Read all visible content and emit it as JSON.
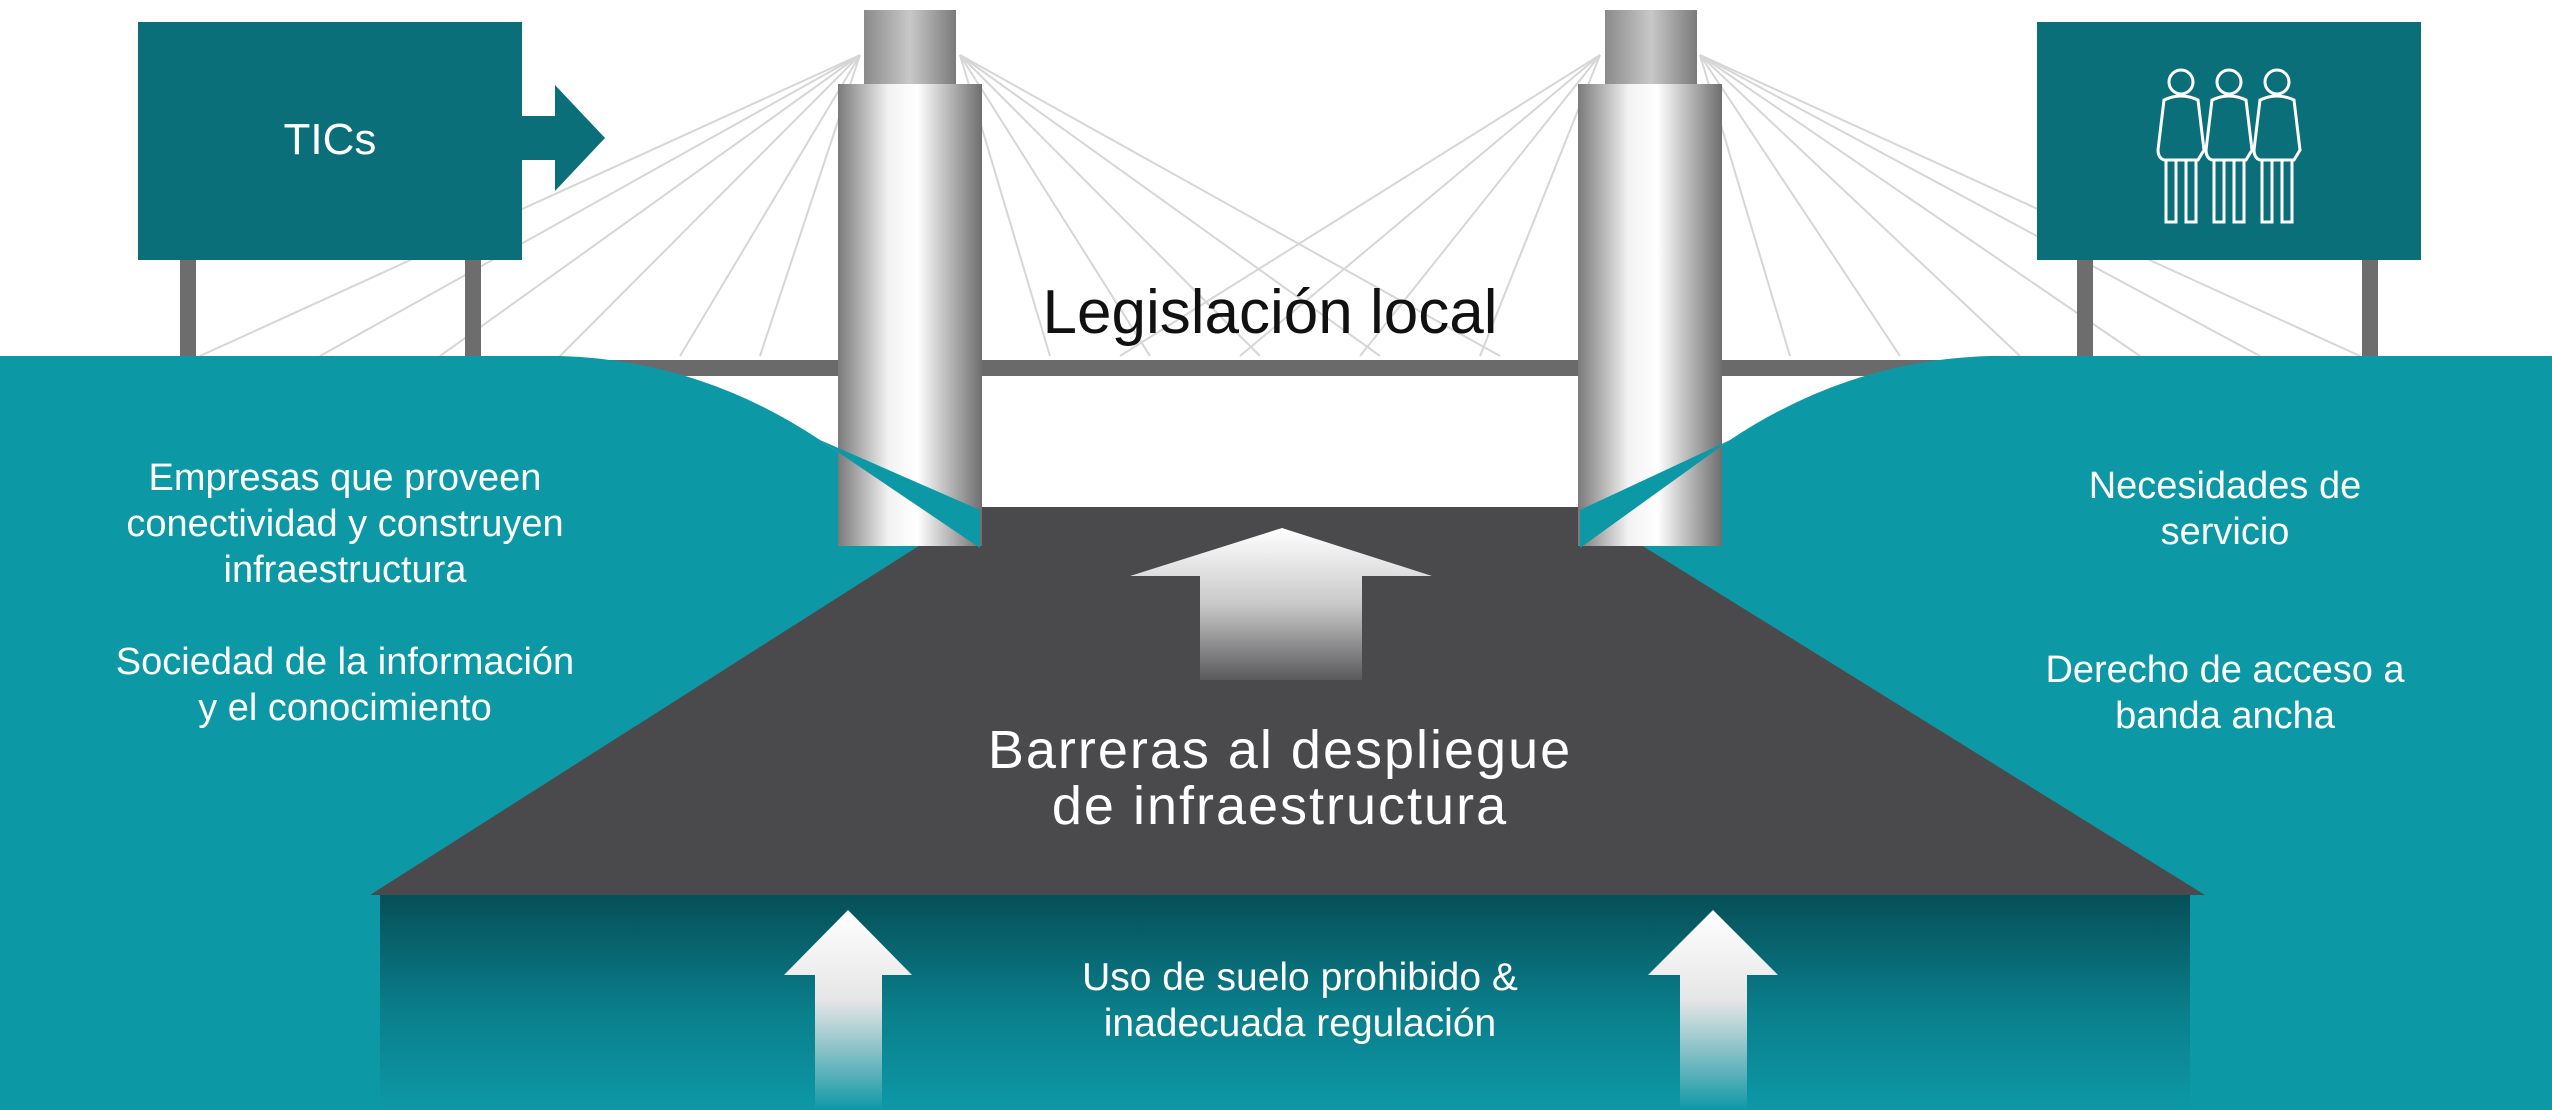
{
  "colors": {
    "teal_sign": "#0a6f79",
    "teal_land": "#0d98a6",
    "teal_dark": "#064f57",
    "asphalt": "#4a4a4d",
    "pole": "#6d6d6d",
    "white": "#ffffff"
  },
  "signs": {
    "left": {
      "label": "TICs",
      "icon": "arrow-right-icon"
    },
    "right": {
      "icon": "three-people-icon"
    }
  },
  "bridge": {
    "title": "Legislación local"
  },
  "left_bank": {
    "line1": "Empresas que proveen",
    "line2": "conectividad y construyen",
    "line3": "infraestructura",
    "line4": "Sociedad de la información",
    "line5": "y el conocimiento"
  },
  "right_bank": {
    "line1": "Necesidades de",
    "line2": "servicio",
    "line3": "Derecho de acceso a",
    "line4": "banda ancha"
  },
  "road": {
    "line1": "Barreras al despliegue",
    "line2": "de infraestructura"
  },
  "base": {
    "line1": "Uso de suelo prohibido &",
    "line2": "inadecuada regulación"
  }
}
